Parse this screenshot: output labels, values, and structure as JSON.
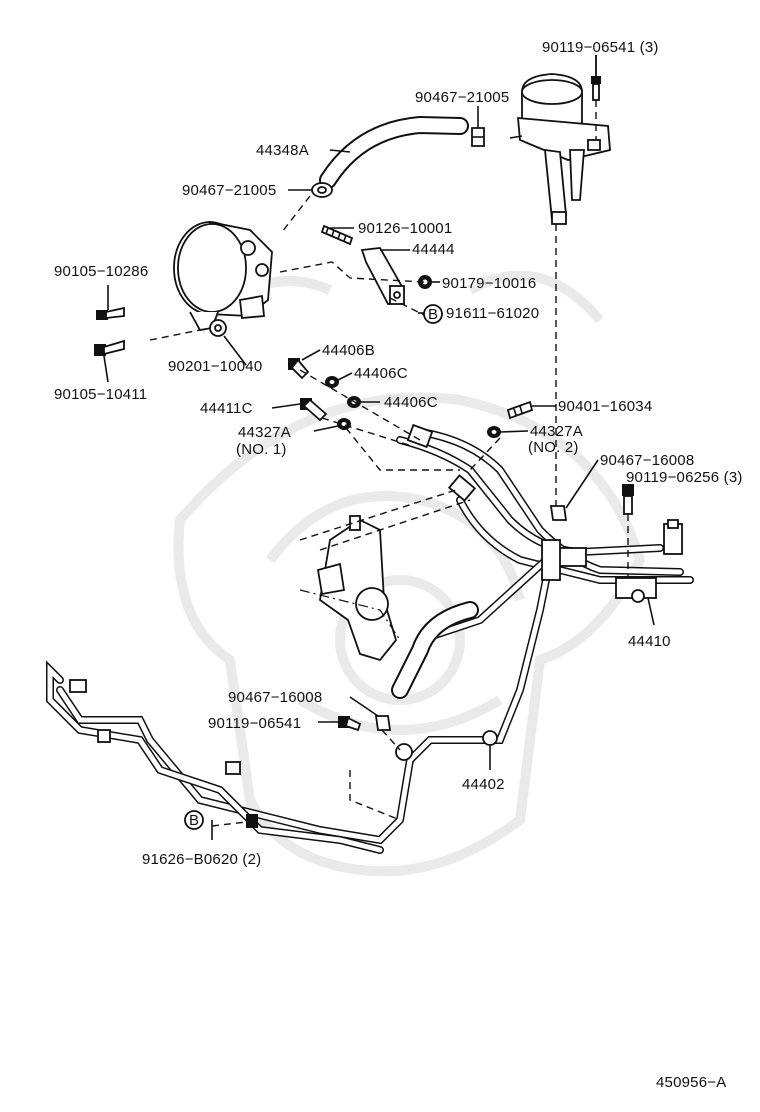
{
  "diagram": {
    "labels": {
      "p90119_06541_3": "90119−06541 (3)",
      "p90467_21005_a": "90467−21005",
      "p44348A": "44348A",
      "p90467_21005_b": "90467−21005",
      "p90126_10001": "90126−10001",
      "p44444": "44444",
      "p90105_10286": "90105−10286",
      "p90179_10016": "90179−10016",
      "p91611_61020": "91611−61020",
      "p44406B": "44406B",
      "p90201_10040": "90201−10040",
      "p44406C_a": "44406C",
      "p90105_10411": "90105−10411",
      "p44411C": "44411C",
      "p44406C_b": "44406C",
      "p90401_16034": "90401−16034",
      "p44327A_1": "44327A",
      "p44327A_1_note": "(NO. 1)",
      "p44327A_2": "44327A",
      "p44327A_2_note": "(NO. 2)",
      "p90467_16008_a": "90467−16008",
      "p90119_06256_3": "90119−06256 (3)",
      "p44410": "44410",
      "p90467_16008_b": "90467−16008",
      "p90119_06541": "90119−06541",
      "p44402": "44402",
      "p91626_B0620_2": "91626−B0620 (2)"
    },
    "ref_marks": {
      "b_upper": "B",
      "b_lower": "B"
    },
    "drawing_number": "450956−A",
    "watermark_icon": "samurai-helmet-watermark"
  }
}
